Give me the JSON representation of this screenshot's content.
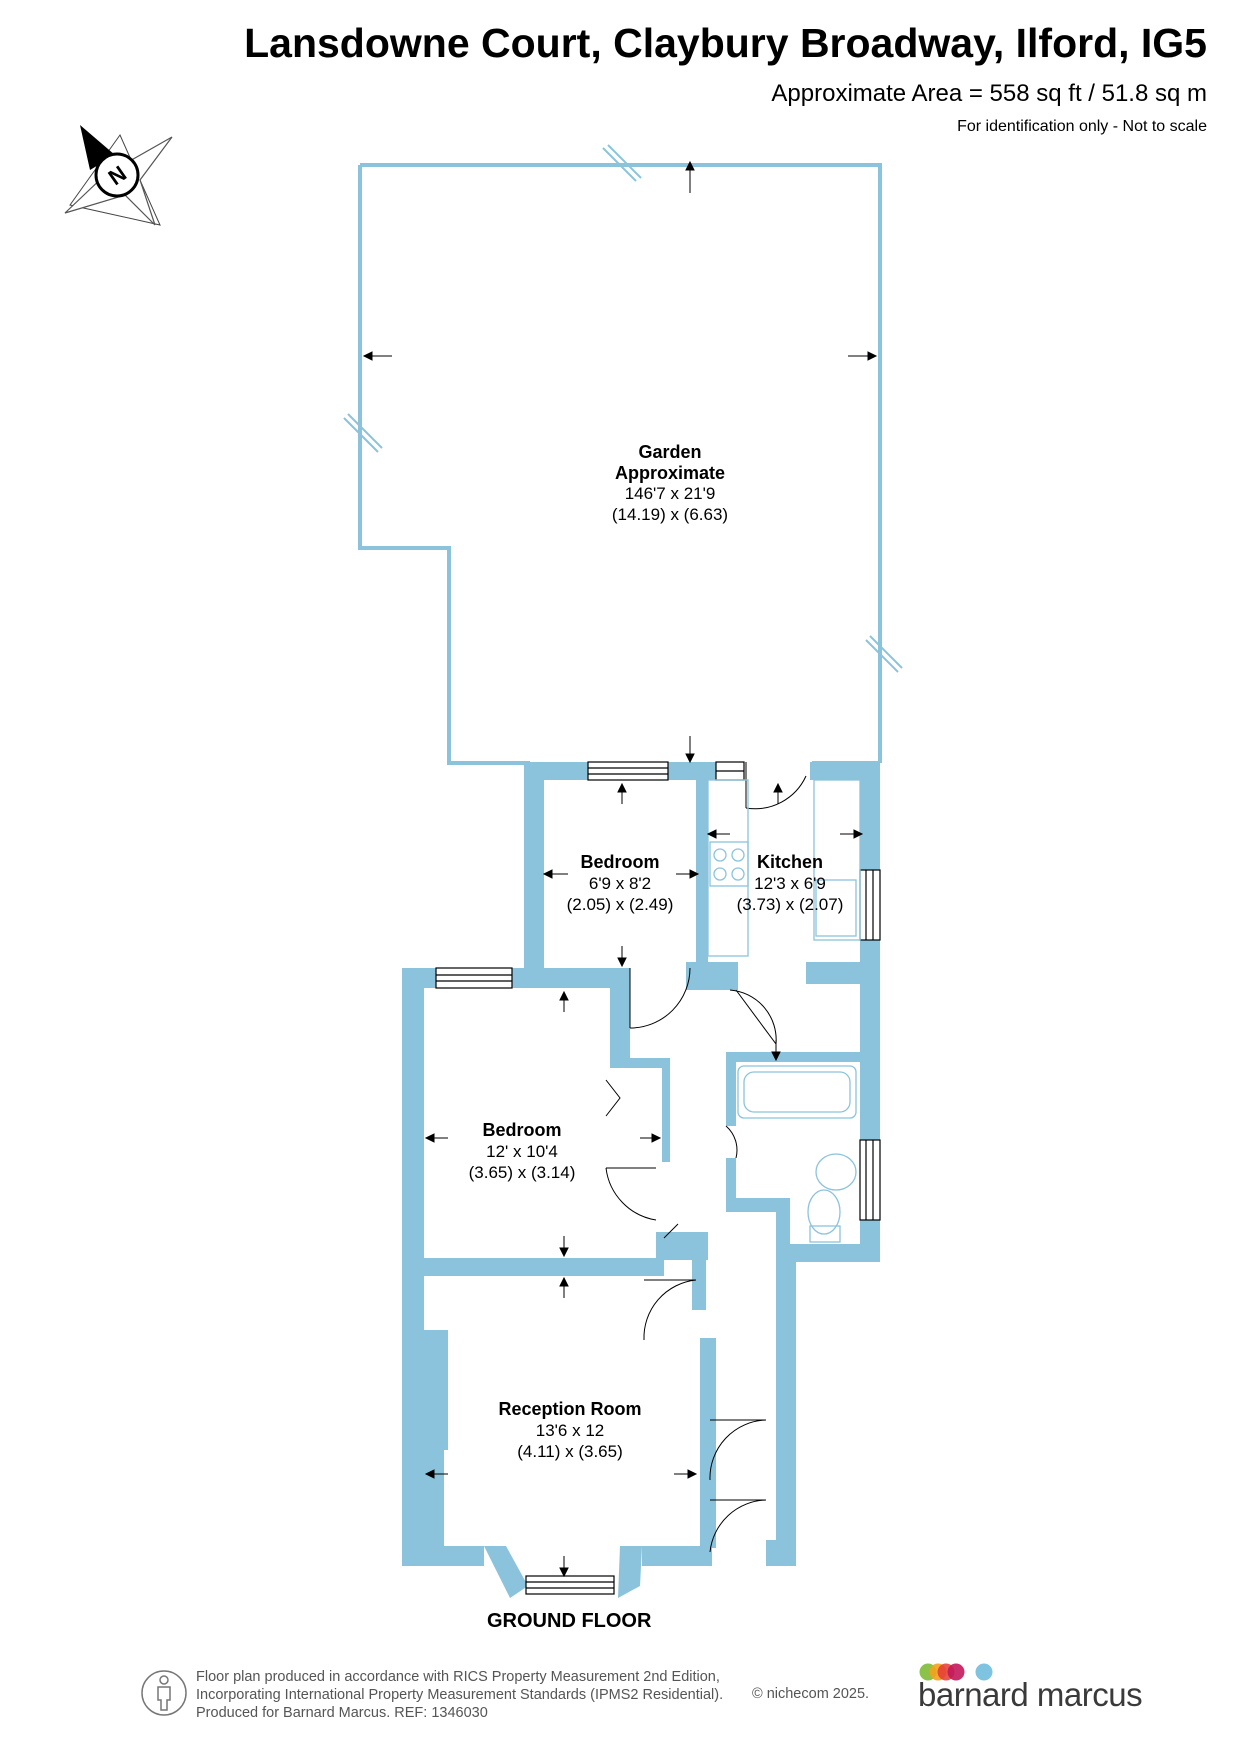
{
  "header": {
    "title": "Lansdowne Court, Claybury Broadway, Ilford, IG5",
    "area": "Approximate Area = 558 sq ft / 51.8 sq m",
    "note": "For identification only - Not to scale"
  },
  "compass": {
    "letter": "N",
    "icon": "compass-icon"
  },
  "rooms": {
    "garden": {
      "name1": "Garden",
      "name2": "Approximate",
      "imperial": "146'7 x 21'9",
      "metric": "(14.19) x (6.63)"
    },
    "bedroom_small": {
      "name": "Bedroom",
      "imperial": "6'9 x 8'2",
      "metric": "(2.05) x (2.49)"
    },
    "kitchen": {
      "name": "Kitchen",
      "imperial": "12'3 x 6'9",
      "metric": "(3.73) x (2.07)"
    },
    "bedroom_large": {
      "name": "Bedroom",
      "imperial": "12' x 10'4",
      "metric": "(3.65) x (3.14)"
    },
    "reception": {
      "name": "Reception Room",
      "imperial": "13'6 x 12",
      "metric": "(4.11) x (3.65)"
    }
  },
  "floor_label": "GROUND FLOOR",
  "footer": {
    "line1": "Floor plan produced in accordance with RICS Property Measurement 2nd Edition,",
    "line2": "Incorporating International Property Measurement Standards (IPMS2 Residential).",
    "line3": "Produced for Barnard Marcus.   REF: 1346030",
    "copyright": "© nichecom 2025.",
    "brand": "barnard marcus"
  },
  "colors": {
    "wall": "#8cc3dc",
    "logo_dots": [
      "#8bc34a",
      "#f4a21d",
      "#e53935",
      "#c2185b",
      "#7ec3df"
    ]
  }
}
